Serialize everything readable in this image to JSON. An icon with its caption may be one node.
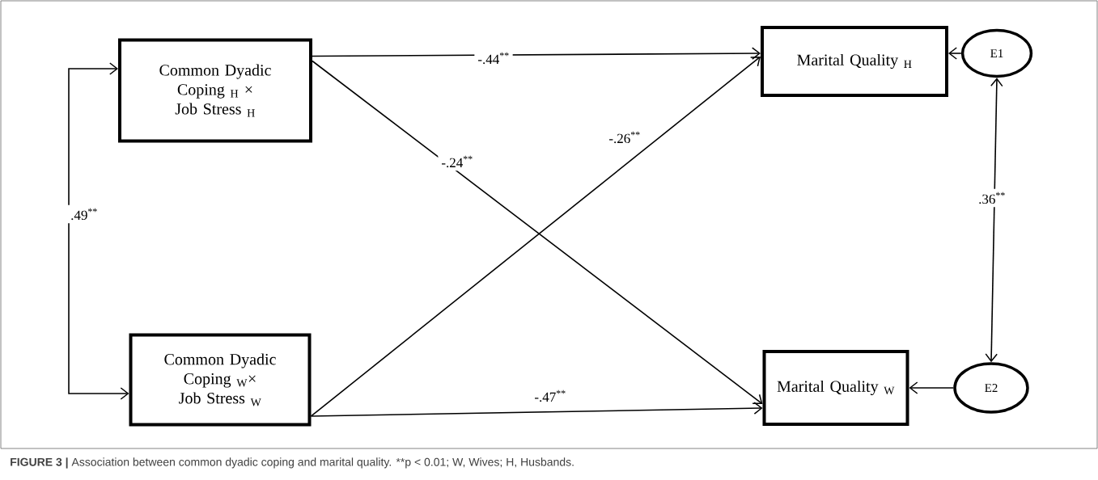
{
  "diagram": {
    "caption": "**FIGURE 3 |** Association between common dyadic coping and marital quality. **p < 0.01; W, Wives; H, Husbands.",
    "nodes": [
      {
        "text": [
          "Common Dyadic Coping $_{H}$ × Job Stress $_{H}$"
        ]
      },
      {
        "text": [
          "Marital Quality $_{H}$"
        ]
      },
      {
        "text": [
          "E1"
        ]
      },
      {
        "text": [
          "Common Dyadic Coping $_{W}$× Job Stress $_{W}$"
        ]
      },
      {
        "text": [
          "Marital Quality $_{W}$"
        ]
      },
      {
        "text": [
          "E2"
        ]
      }
    ],
    "edges": [
      {
        "from": 0,
        "to": 3,
        "arrow": "both",
        "label": ".49$^{**}$"
      },
      {
        "from": 0,
        "to": 1,
        "arrow": "to",
        "label": "-.44$^{**}$"
      },
      {
        "from": 0,
        "to": 4,
        "arrow": "to",
        "label": "-.24$^{**}$"
      },
      {
        "from": 3,
        "to": 1,
        "arrow": "to",
        "label": "-.26$^{**}$"
      },
      {
        "from": 3,
        "to": 4,
        "arrow": "to",
        "label": "-.47$^{**}$"
      },
      {
        "from": 2,
        "to": 1,
        "arrow": "to"
      },
      {
        "from": 5,
        "to": 4,
        "arrow": "to"
      },
      {
        "from": 2,
        "to": 5,
        "arrow": "both",
        "label": ".36$^{**}$"
      }
    ]
  }
}
